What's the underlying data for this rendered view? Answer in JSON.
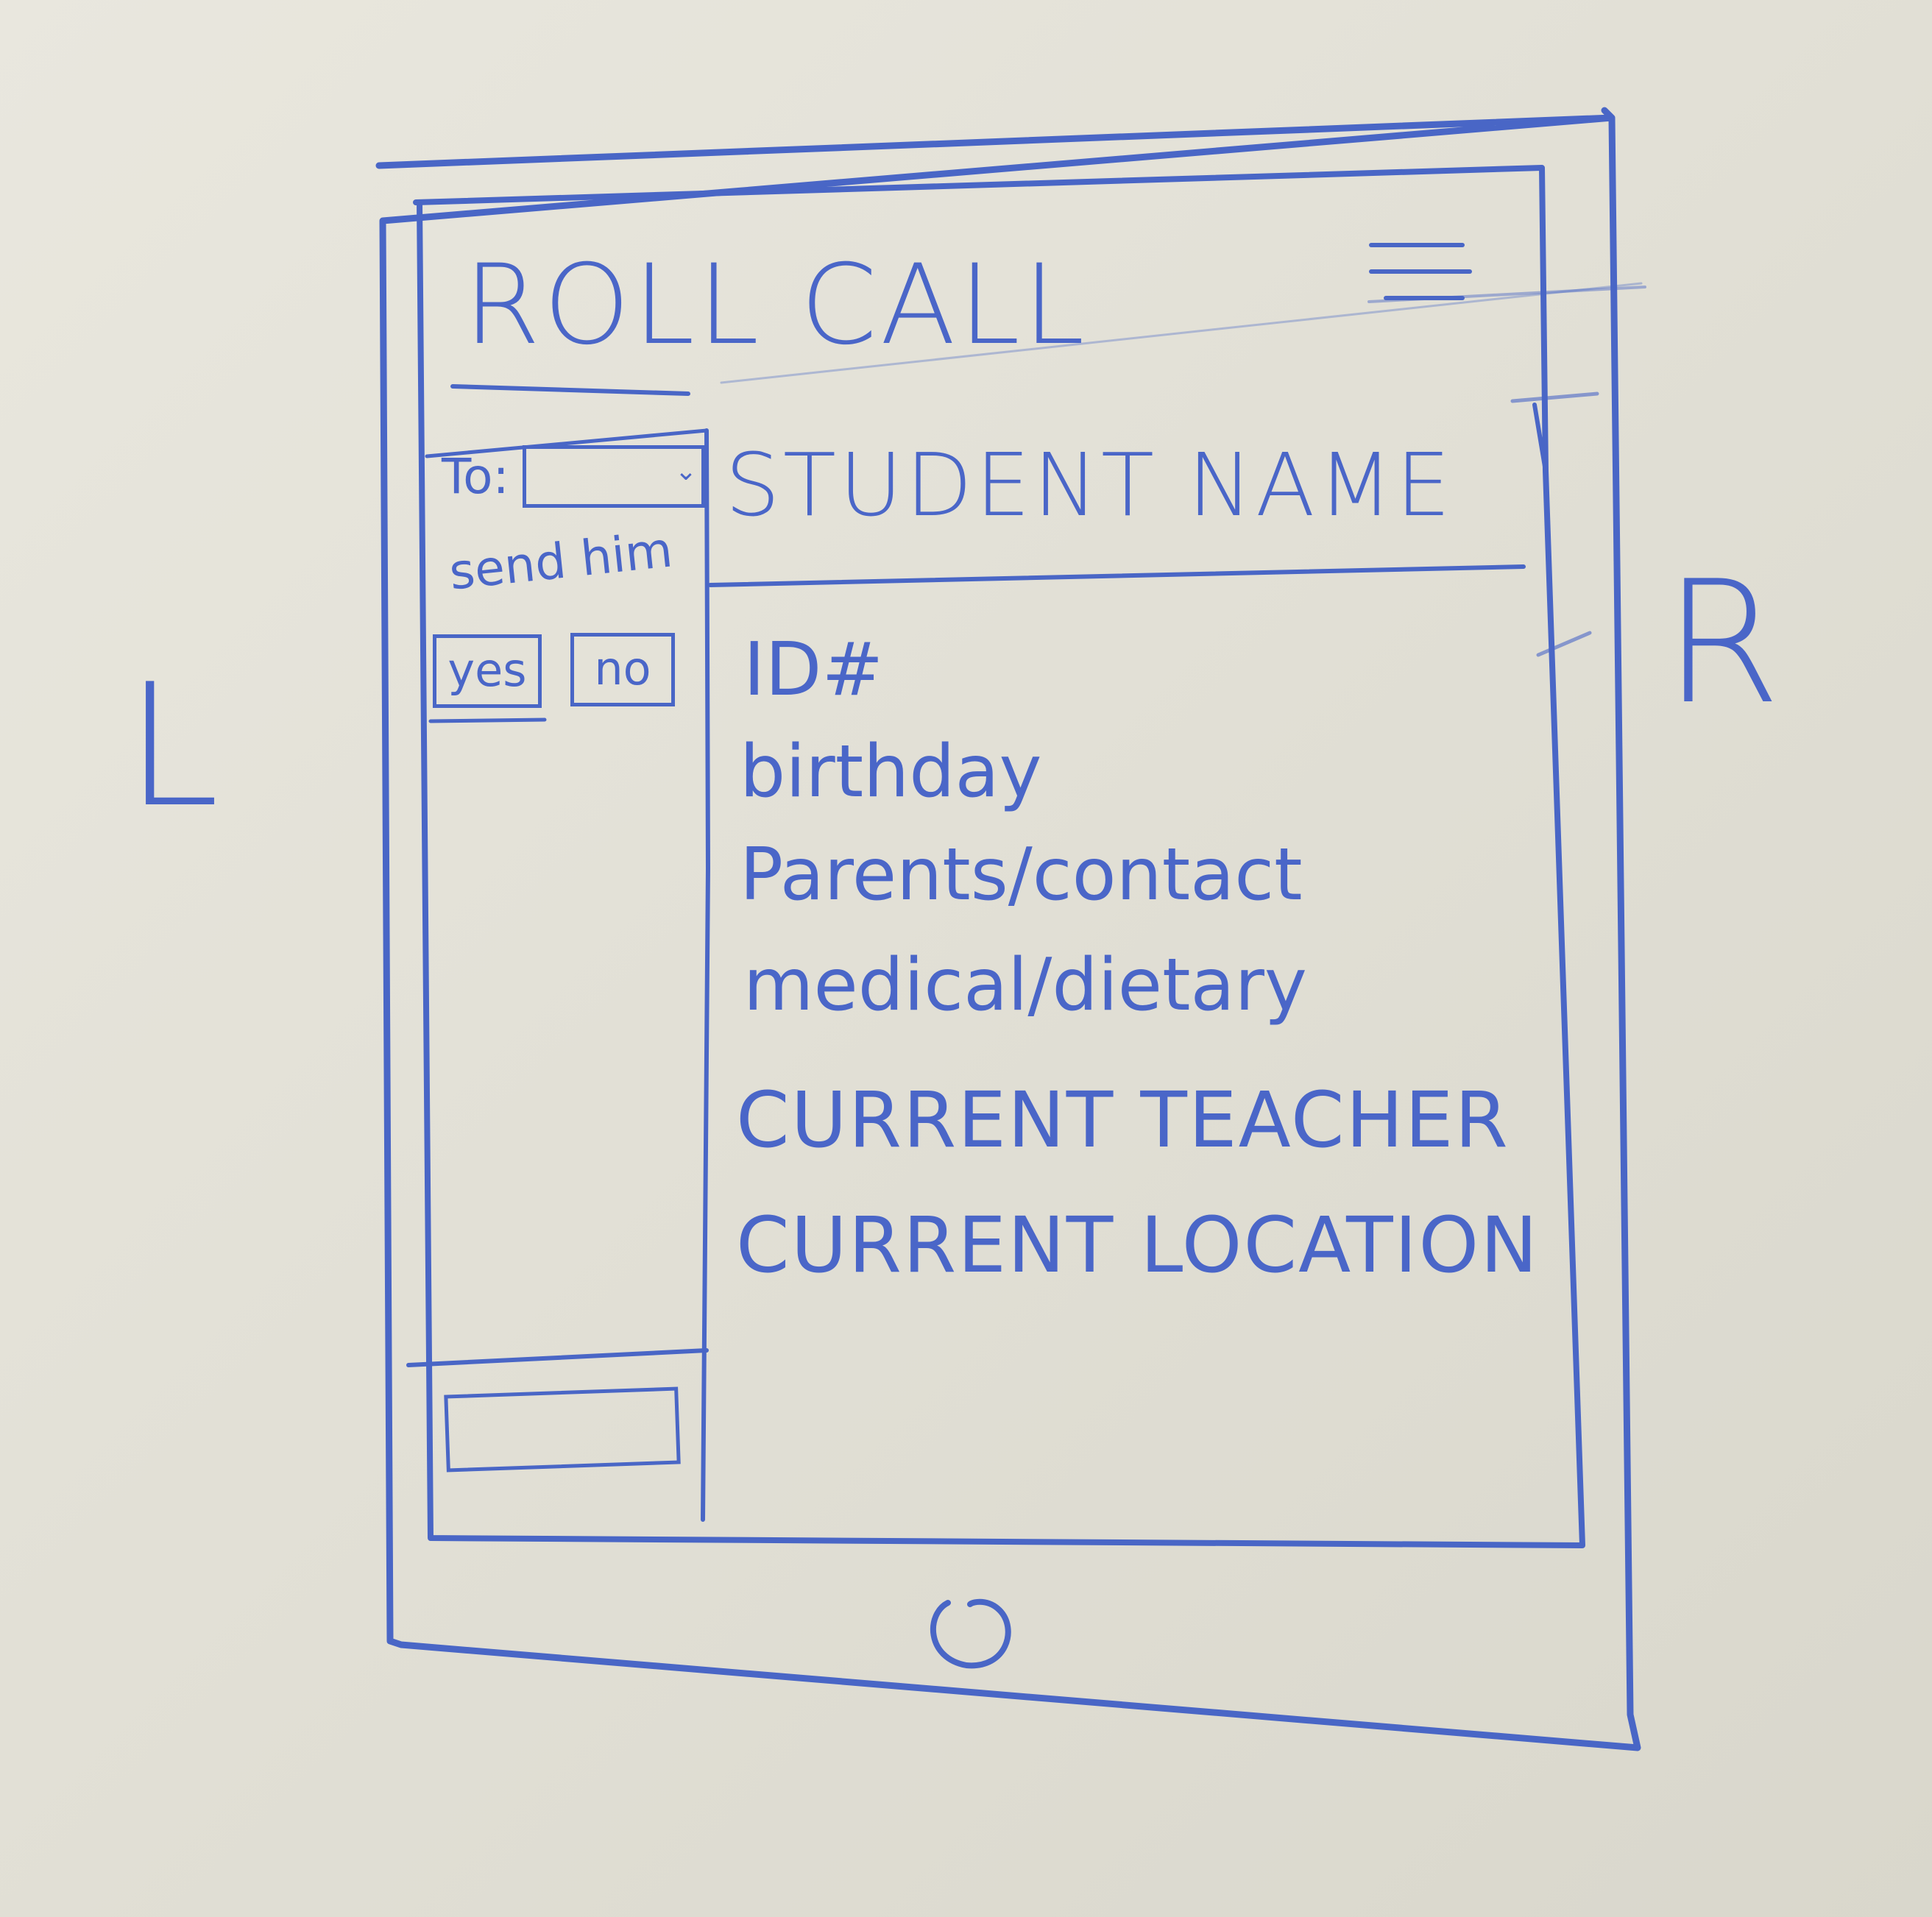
{
  "side_labels": {
    "left": "L",
    "right": "R"
  },
  "header": {
    "title": "ROLL CALL"
  },
  "sidebar": {
    "to_label": "To:",
    "send_prompt": "send him",
    "yes_label": "yes",
    "no_label": "no"
  },
  "detail": {
    "student_name": "STUDENT NAME",
    "fields": {
      "id": "ID#",
      "birthday": "birthday",
      "parents": "Parents/contact",
      "medical": "medical/dietary",
      "teacher": "CURRENT TEACHER",
      "location": "CURRENT LOCATION"
    }
  },
  "icons": {
    "menu": "hamburger-menu-icon",
    "home": "home-button-circle",
    "dropdown": "chevron-down-icon"
  },
  "colors": {
    "ink": "#4966c6",
    "board": "#e6e4db"
  }
}
